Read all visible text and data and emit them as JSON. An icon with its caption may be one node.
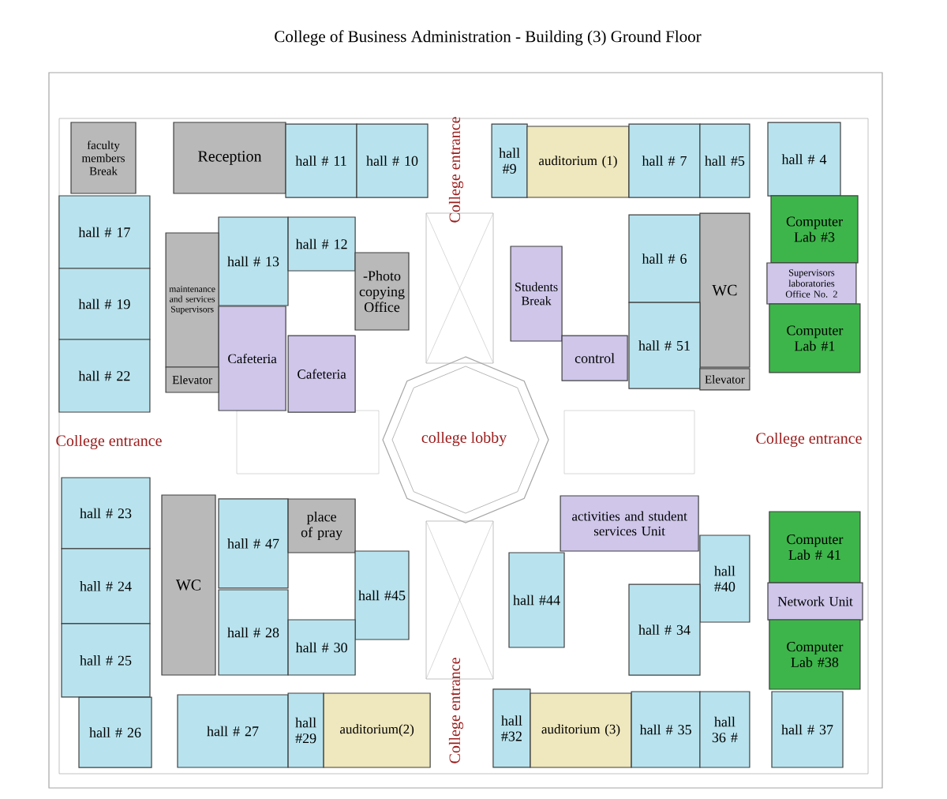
{
  "diagram": {
    "title": "College of Business Administration - Building (3) Ground Floor",
    "nodes": [
      {
        "text": [
          "faculty members Break"
        ]
      },
      {
        "text": [
          "Reception"
        ]
      },
      {
        "text": [
          "hall # 11"
        ]
      },
      {
        "text": [
          "hall # 10"
        ]
      },
      {
        "text": [
          "hall #9"
        ]
      },
      {
        "text": [
          "auditorium (1)"
        ]
      },
      {
        "text": [
          "hall # 7"
        ]
      },
      {
        "text": [
          "hall #5"
        ]
      },
      {
        "text": [
          "hall # 4"
        ]
      },
      {
        "text": [
          "hall # 17"
        ]
      },
      {
        "text": [
          "hall # 13"
        ]
      },
      {
        "text": [
          "hall # 12"
        ]
      },
      {
        "text": [
          "-Photo copying Office"
        ]
      },
      {
        "text": [
          "maintenance and services Supervisors"
        ]
      },
      {
        "text": [
          "Students Break"
        ]
      },
      {
        "text": [
          "hall # 6"
        ]
      },
      {
        "text": [
          "WC"
        ]
      },
      {
        "text": [
          "Computer Lab #3"
        ]
      },
      {
        "text": [
          "Supervisors laboratories Office No. 2"
        ]
      },
      {
        "text": [
          "Computer Lab #1"
        ]
      },
      {
        "text": [
          "hall # 19"
        ]
      },
      {
        "text": [
          "hall # 22"
        ]
      },
      {
        "text": [
          "Cafeteria"
        ]
      },
      {
        "text": [
          "Cafeteria"
        ]
      },
      {
        "text": [
          "Elevator"
        ]
      },
      {
        "text": [
          "control"
        ]
      },
      {
        "text": [
          "hall # 51"
        ]
      },
      {
        "text": [
          "Elevator"
        ]
      },
      {
        "text": [
          "hall # 23"
        ]
      },
      {
        "text": [
          "WC"
        ]
      },
      {
        "text": [
          "hall # 47"
        ]
      },
      {
        "text": [
          "place of pray"
        ]
      },
      {
        "text": [
          "activities and student services Unit"
        ]
      },
      {
        "text": [
          "Computer Lab # 41"
        ]
      },
      {
        "text": [
          "hall # 24"
        ]
      },
      {
        "text": [
          "hall #45"
        ]
      },
      {
        "text": [
          "hall #44"
        ]
      },
      {
        "text": [
          "hall #40"
        ]
      },
      {
        "text": [
          "Network Unit"
        ]
      },
      {
        "text": [
          "hall # 28"
        ]
      },
      {
        "text": [
          "hall # 30"
        ]
      },
      {
        "text": [
          "hall # 34"
        ]
      },
      {
        "text": [
          "Computer Lab #38"
        ]
      },
      {
        "text": [
          "hall # 25"
        ]
      },
      {
        "text": [
          "hall # 26"
        ]
      },
      {
        "text": [
          "hall # 27"
        ]
      },
      {
        "text": [
          "hall #29"
        ]
      },
      {
        "text": [
          "auditorium(2)"
        ]
      },
      {
        "text": [
          "hall #32"
        ]
      },
      {
        "text": [
          "auditorium (3)"
        ]
      },
      {
        "text": [
          "hall # 35"
        ]
      },
      {
        "text": [
          "hall 36 #"
        ]
      },
      {
        "text": [
          "hall # 37"
        ]
      }
    ],
    "labels": [
      "College entrance",
      "College entrance",
      "college lobby",
      "College entrance",
      "College entrance"
    ]
  }
}
